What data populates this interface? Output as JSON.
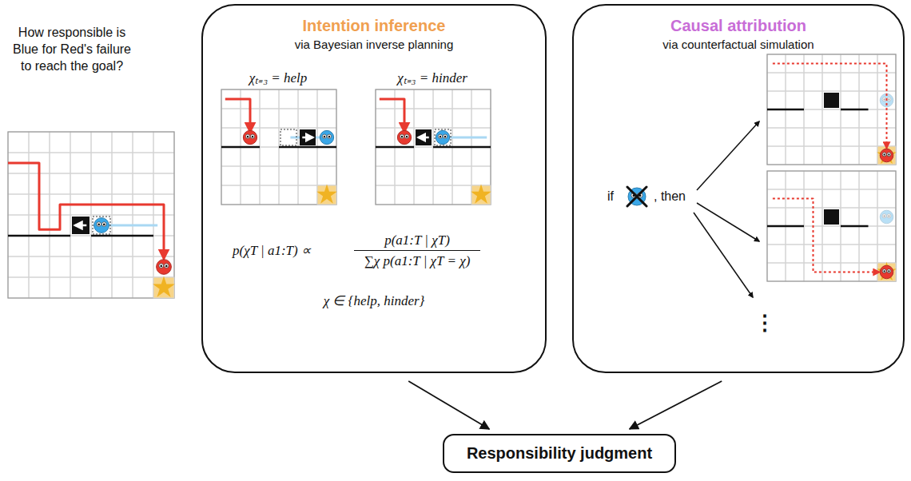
{
  "diagram": {
    "nodes": [
      {
        "text": [
          "Intention inference",
          "via Bayesian inverse planning"
        ]
      },
      {
        "text": [
          "Causal attribution",
          "via counterfactual simulation"
        ]
      },
      {
        "text": [
          "Responsibility judgment"
        ]
      }
    ],
    "edges": [
      {
        "from": 0,
        "to": 2,
        "arrow": "to"
      },
      {
        "from": 1,
        "to": 2,
        "arrow": "to"
      }
    ],
    "labels": [
      "How responsible is Blue for Red's failure to reach the goal?",
      "χₜ₌₃ = help",
      "χₜ₌₃ = hinder",
      "p(χT | a1:T) ∝",
      "p(a1:T | χT)",
      "∑χ p(a1:T | χT = χ)",
      "χ ∈ {help, hinder}",
      "if",
      ", then",
      "⋮"
    ]
  }
}
